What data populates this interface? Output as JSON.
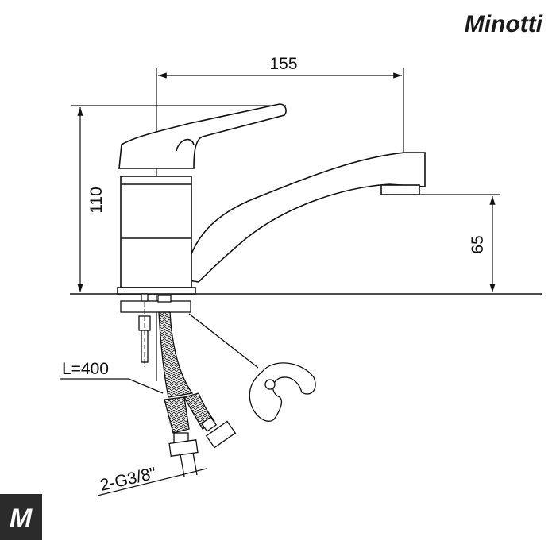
{
  "brand": {
    "name": "Minotti",
    "corner_logo": "M",
    "corner_logo_bg": "#2b2b2b"
  },
  "dimensions": {
    "width": "155",
    "height": "110",
    "spout_height": "65",
    "hose_length": "L=400",
    "connection": "2-G3/8\""
  }
}
